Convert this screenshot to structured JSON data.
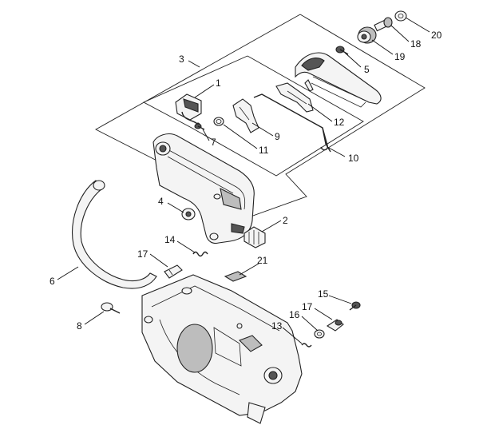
{
  "callouts": {
    "c1": "1",
    "c2": "2",
    "c3": "3",
    "c4": "4",
    "c5": "5",
    "c6": "6",
    "c7": "7",
    "c8": "8",
    "c9": "9",
    "c10": "10",
    "c11": "11",
    "c12": "12",
    "c13": "13",
    "c14": "14",
    "c15": "15",
    "c16": "16",
    "c17a": "17",
    "c17b": "17",
    "c18": "18",
    "c19": "19",
    "c20": "20",
    "c21": "21"
  }
}
